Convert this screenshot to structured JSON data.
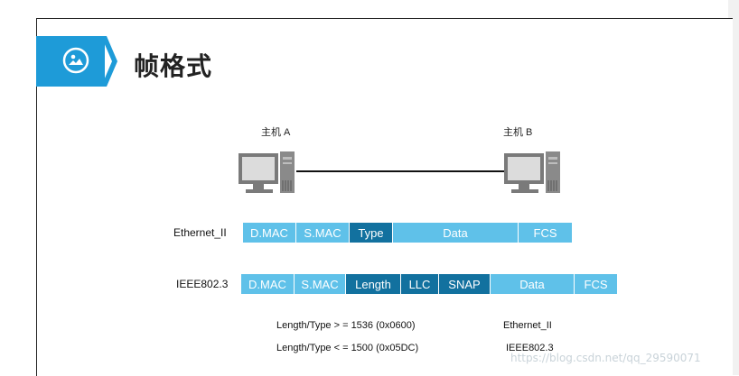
{
  "slide": {
    "title": "帧格式",
    "header_icon": "image-icon",
    "accent_color": "#1e9bd8"
  },
  "topology": {
    "host_a": "主机 A",
    "host_b": "主机 B",
    "host_icon": "computer-icon"
  },
  "frames": {
    "ethernet_ii": {
      "label": "Ethernet_II",
      "fields": [
        "D.MAC",
        "S.MAC",
        "Type",
        "Data",
        "FCS"
      ]
    },
    "ieee8023": {
      "label": "IEEE802.3",
      "fields": [
        "D.MAC",
        "S.MAC",
        "Length",
        "LLC",
        "SNAP",
        "Data",
        "FCS"
      ]
    },
    "colors": {
      "light": "#5fc1e9",
      "dark": "#12719f"
    }
  },
  "notes": {
    "rule_1": "Length/Type > = 1536 (0x0600)",
    "rule_1_result": "Ethernet_II",
    "rule_2": "Length/Type < = 1500 (0x05DC)",
    "rule_2_result": "IEEE802.3"
  },
  "watermark": "https://blog.csdn.net/qq_29590071"
}
